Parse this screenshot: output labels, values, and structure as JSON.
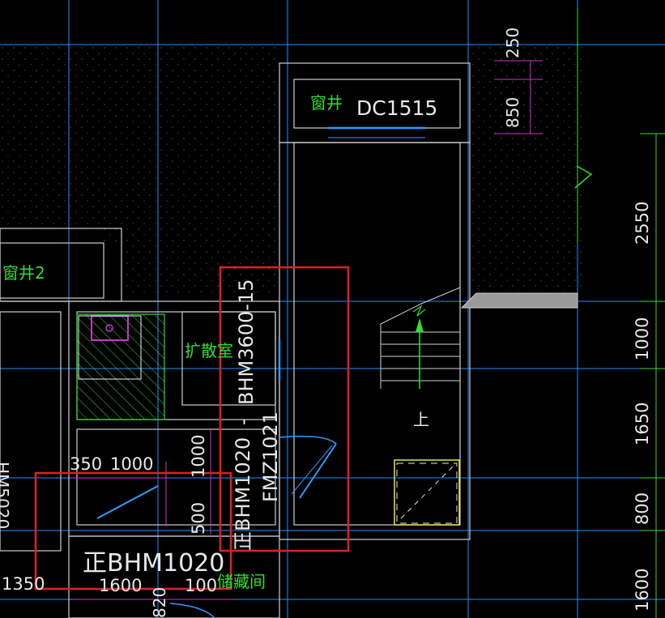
{
  "colors": {
    "background": "#000000",
    "axis": "#1e90ff",
    "wall": "#cfcfcf",
    "green": "#33dd33",
    "magenta": "#cc33cc",
    "highlight": "#e02020",
    "text": "#e8e8e8",
    "ramp": "#9a9a9a",
    "door": "#2f9bff",
    "yellow": "#e8e840"
  },
  "icons": {
    "north-marker": "north-arrow-icon",
    "hatch": "hatch-pattern",
    "stair": "stair-arrow-icon"
  },
  "labels": {
    "window_well": "窗井",
    "window_code": "DC1515",
    "window_well_2": "窗井2",
    "diffusion_room": "扩散室",
    "storage_room": "储藏间",
    "up": "上",
    "door_bhm3600": "BHM3600-15",
    "door_zbhm1020_vertical": "正BHM1020",
    "door_fmz1021": "FMZ1021",
    "door_bhm_bottom": "正BHM1020",
    "left_vertical": "HM5020",
    "separator": "-",
    "zheng": "正"
  },
  "dimensions": {
    "d250": "250",
    "d850": "850",
    "d2550": "2550",
    "d1000_right": "1000",
    "d1650": "1650",
    "d800": "800",
    "d1600_right": "1600",
    "d350": "350",
    "d1000_top": "1000",
    "d1000_mid": "1000",
    "d500": "500",
    "d1350": "1350",
    "d1600_bottom": "1600",
    "d100": "100",
    "d820": "820"
  }
}
